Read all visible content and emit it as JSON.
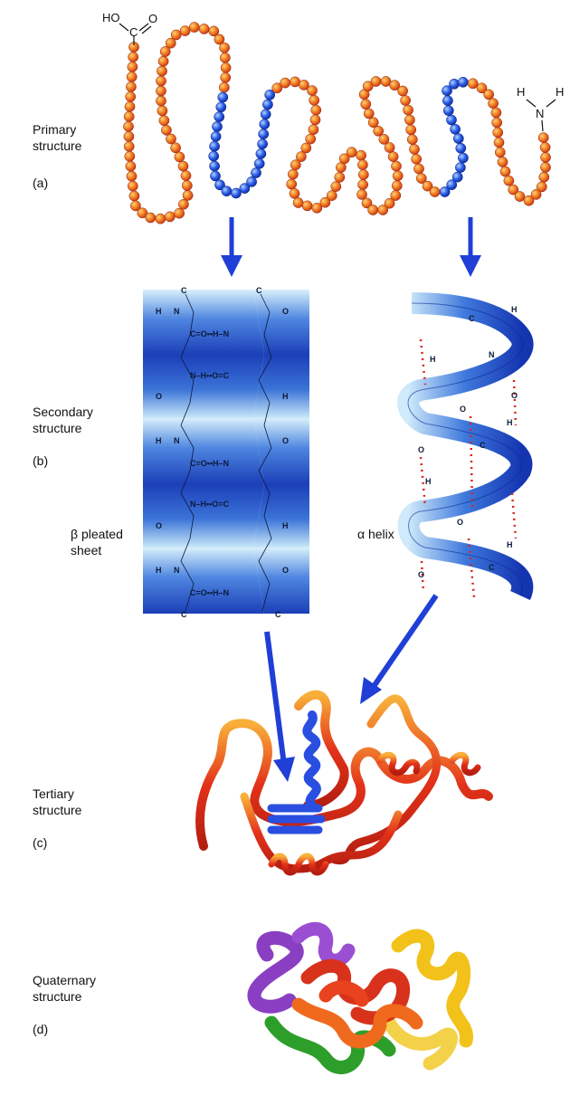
{
  "labels": {
    "primary": {
      "line1": "Primary",
      "line2": "structure",
      "letter": "(a)"
    },
    "secondary": {
      "line1": "Secondary",
      "line2": "structure",
      "letter": "(b)"
    },
    "tertiary": {
      "line1": "Tertiary",
      "line2": "structure",
      "letter": "(c)"
    },
    "quaternary": {
      "line1": "Quaternary",
      "line2": "structure",
      "letter": "(d)"
    },
    "beta": {
      "line1": "β pleated",
      "line2": "sheet"
    },
    "alpha": {
      "text": "α helix"
    }
  },
  "chemistry": {
    "carboxyl_ho": "HO",
    "carboxyl_c": "C",
    "carboxyl_o": "O",
    "amino_n": "N",
    "amino_h": "H",
    "sheet_c": "C",
    "sheet_h": "H",
    "sheet_n": "N",
    "sheet_o": "O",
    "sheet_bond_row": "C=O••H–N",
    "sheet_bond_row_rev": "N–H••O=C"
  },
  "colors": {
    "bead_red": "#e8431e",
    "bead_orange": "#f39a1e",
    "bead_blue": "#1f4fd8",
    "arrow_blue": "#1f3fd6",
    "sheet_dark": "#1b44c4",
    "sheet_light": "#bfe3f7",
    "ribbon_red": "#e3321a",
    "ribbon_orange": "#f6a21c",
    "quat_purple": "#8a3fc2",
    "quat_green": "#2e9e2a",
    "quat_yellow": "#f2c21a",
    "quat_red": "#d8321c"
  }
}
